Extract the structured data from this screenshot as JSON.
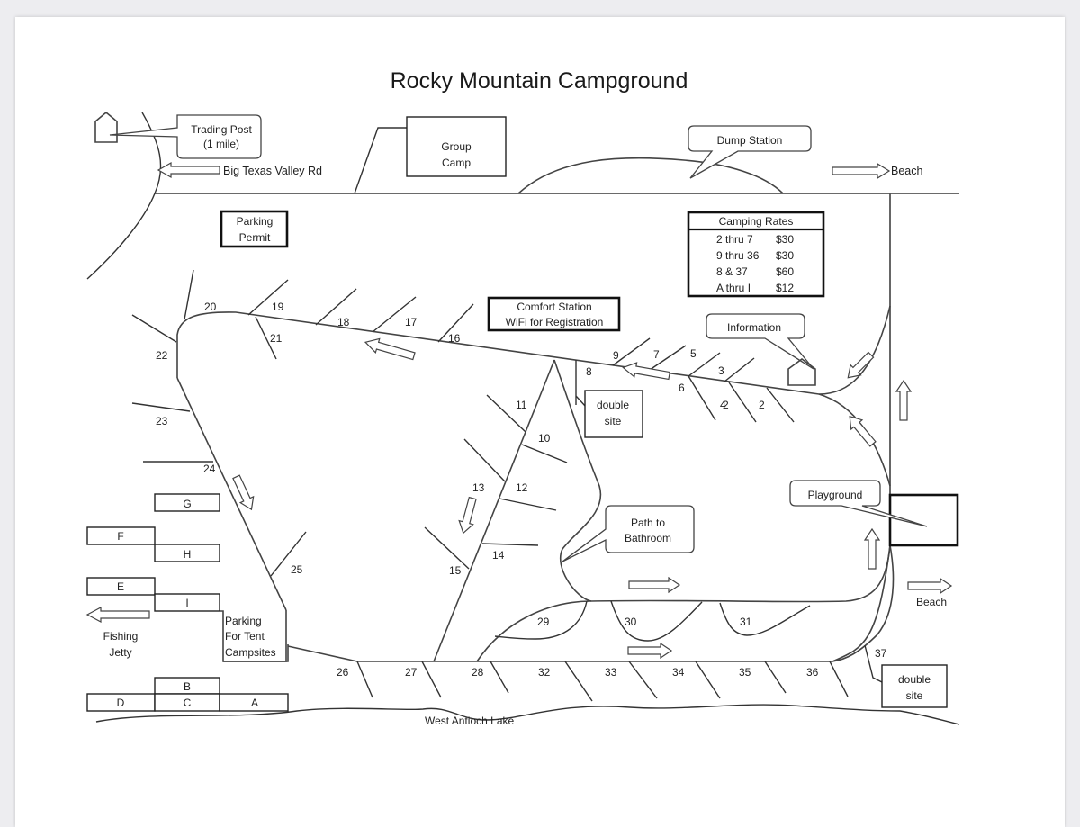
{
  "document": {
    "title": "Rocky Mountain Campground"
  },
  "labels": {
    "trading_post": [
      "Trading Post",
      "(1 mile)"
    ],
    "big_texas_road": "Big Texas Valley Rd",
    "group_camp": [
      "Group",
      "Camp"
    ],
    "dump_station": "Dump Station",
    "beach_top": "Beach",
    "beach_right": "Beach",
    "parking_permit": [
      "Parking",
      "Permit"
    ],
    "comfort_station": [
      "Comfort Station",
      "WiFi for Registration"
    ],
    "information": "Information",
    "double_site_8": [
      "double",
      "site"
    ],
    "double_site_37": [
      "double",
      "site"
    ],
    "playground": "Playground",
    "path_to_bathroom": [
      "Path to",
      "Bathroom"
    ],
    "parking_tent": [
      "Parking",
      "For Tent",
      "Campsites"
    ],
    "fishing_jetty": [
      "Fishing",
      "Jetty"
    ],
    "lake": "West Antioch Lake"
  },
  "camping_rates": {
    "header": "Camping Rates",
    "rows": [
      {
        "sites": "2 thru 7",
        "price": "$30"
      },
      {
        "sites": "9 thru 36",
        "price": "$30"
      },
      {
        "sites": "8 & 37",
        "price": "$60"
      },
      {
        "sites": "A thru I",
        "price": "$12"
      }
    ]
  },
  "sites": {
    "s2": "2",
    "s3": "3",
    "s4": "4",
    "s5": "5",
    "s6": "6",
    "s7": "7",
    "s8": "8",
    "s9": "9",
    "s10": "10",
    "s11": "11",
    "s12": "12",
    "s13": "13",
    "s14": "14",
    "s15": "15",
    "s16": "16",
    "s17": "17",
    "s18": "18",
    "s19": "19",
    "s20": "20",
    "s21": "21",
    "s22": "22",
    "s23": "23",
    "s24": "24",
    "s25": "25",
    "s26": "26",
    "s27": "27",
    "s28": "28",
    "s29": "29",
    "s30": "30",
    "s31": "31",
    "s32": "32",
    "s33": "33",
    "s34": "34",
    "s35": "35",
    "s36": "36",
    "s37": "37"
  },
  "tent_sites": {
    "a": "A",
    "b": "B",
    "c": "C",
    "d": "D",
    "e": "E",
    "f": "F",
    "g": "G",
    "h": "H",
    "i": "I"
  }
}
